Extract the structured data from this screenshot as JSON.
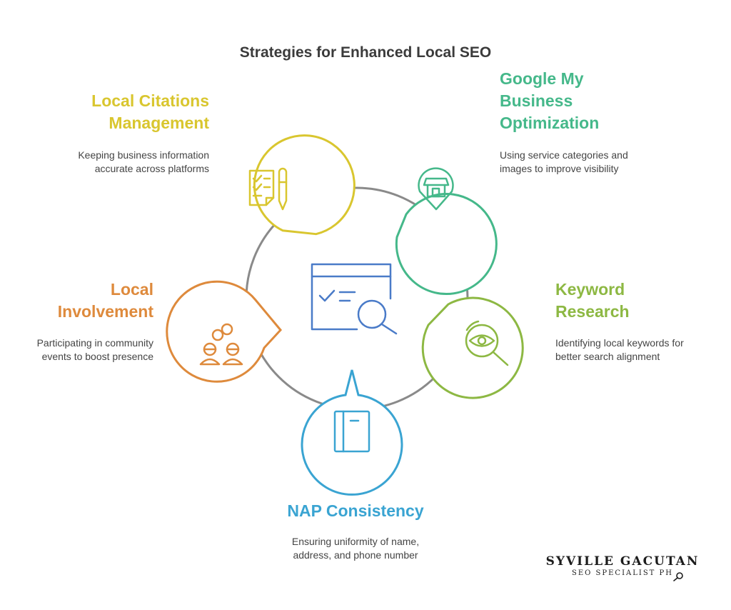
{
  "title": "Strategies for Enhanced Local SEO",
  "colors": {
    "ring": "#8a8a8a",
    "center_icon": "#4a7bc8",
    "citations": "#d9c62f",
    "gmb": "#45b88a",
    "keyword": "#8db843",
    "nap": "#3aa4d2",
    "involvement": "#de8a3c"
  },
  "center": {
    "icon": "checklist-search-icon"
  },
  "items": [
    {
      "key": "citations",
      "heading_lines": [
        "Local Citations",
        "Management"
      ],
      "desc_lines": [
        "Keeping business information",
        "accurate across platforms"
      ],
      "icon": "checklist-pen-icon"
    },
    {
      "key": "gmb",
      "heading_lines": [
        "Google My",
        "Business",
        "Optimization"
      ],
      "desc_lines": [
        "Using service categories and",
        "images to improve visibility"
      ],
      "icon": "storefront-pin-icon"
    },
    {
      "key": "keyword",
      "heading_lines": [
        "Keyword",
        "Research"
      ],
      "desc_lines": [
        "Identifying local keywords for",
        "better search alignment"
      ],
      "icon": "eye-search-icon"
    },
    {
      "key": "nap",
      "heading_lines": [
        "NAP Consistency"
      ],
      "desc_lines": [
        "Ensuring uniformity of name,",
        "address, and phone number"
      ],
      "icon": "book-icon"
    },
    {
      "key": "involvement",
      "heading_lines": [
        "Local",
        "Involvement"
      ],
      "desc_lines": [
        "Participating in community",
        "events to boost presence"
      ],
      "icon": "community-people-icon"
    }
  ],
  "brand": {
    "name": "SYVILLE GACUTAN",
    "subtitle": "SEO SPECIALIST PH"
  }
}
